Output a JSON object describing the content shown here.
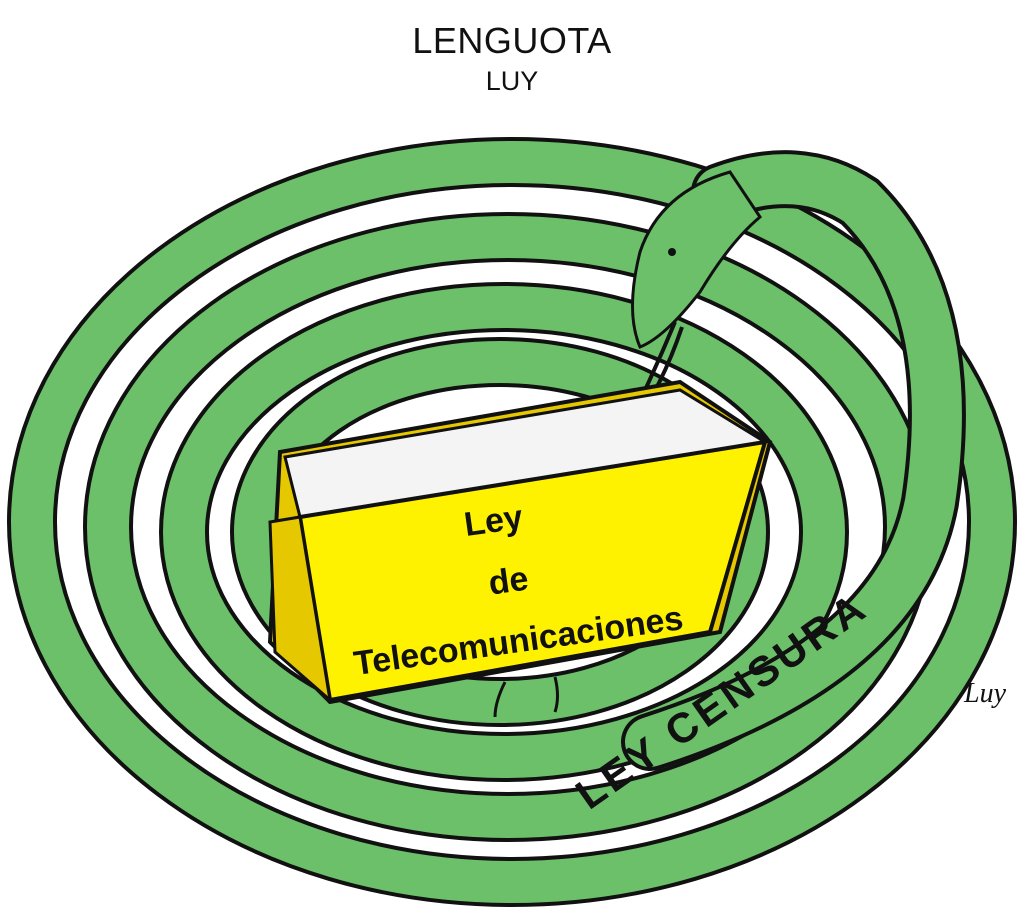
{
  "header": {
    "title": "LENGUOTA",
    "author": "LUY"
  },
  "cartoon": {
    "book_text": [
      "Ley",
      "de",
      "Telecomunicaciones"
    ],
    "snake_text": "LEY CENSURA",
    "signature": "Luy",
    "colors": {
      "snake": "#6cc06a",
      "book": "#fff200",
      "book_spine": "#e6c800",
      "outline": "#111111"
    }
  }
}
